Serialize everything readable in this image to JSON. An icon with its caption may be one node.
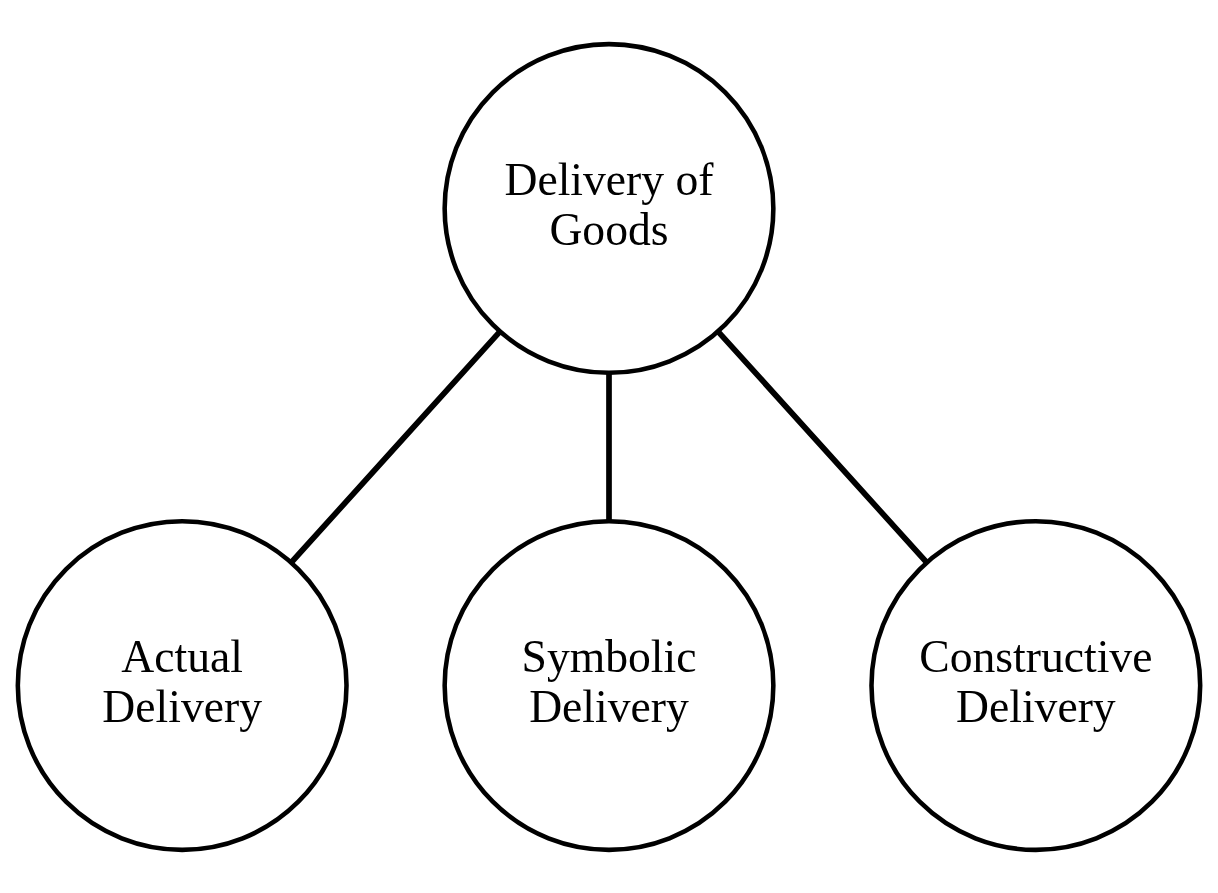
{
  "diagram": {
    "nodes": [
      {
        "text": [
          "Delivery of Goods"
        ]
      },
      {
        "text": [
          "Actual Delivery"
        ]
      },
      {
        "text": [
          "Symbolic Delivery"
        ]
      },
      {
        "text": [
          "Constructive Delivery"
        ]
      }
    ],
    "edges": [
      {
        "from": 0,
        "to": 1,
        "arrow": "none"
      },
      {
        "from": 0,
        "to": 2,
        "arrow": "none"
      },
      {
        "from": 0,
        "to": 3,
        "arrow": "none"
      }
    ]
  }
}
